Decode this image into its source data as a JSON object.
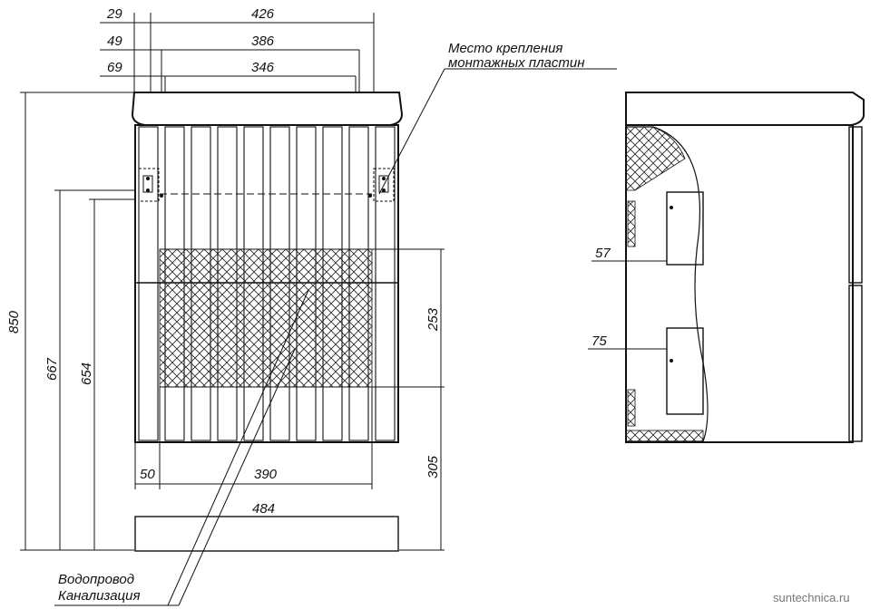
{
  "front_view": {
    "dims_top": [
      "29",
      "426",
      "49",
      "386",
      "69",
      "346"
    ],
    "dim_850": "850",
    "dim_667": "667",
    "dim_654": "654",
    "dim_253": "253",
    "dim_305": "305",
    "dim_50": "50",
    "dim_390": "390",
    "dim_484": "484"
  },
  "side_view": {
    "dim_57": "57",
    "dim_75": "75"
  },
  "callouts": {
    "mounting_plates_line1": "Место крепления",
    "mounting_plates_line2": "монтажных пластин",
    "pipes_line1": "Водопровод",
    "pipes_line2": "Канализация"
  },
  "watermark": "suntechnica.ru"
}
